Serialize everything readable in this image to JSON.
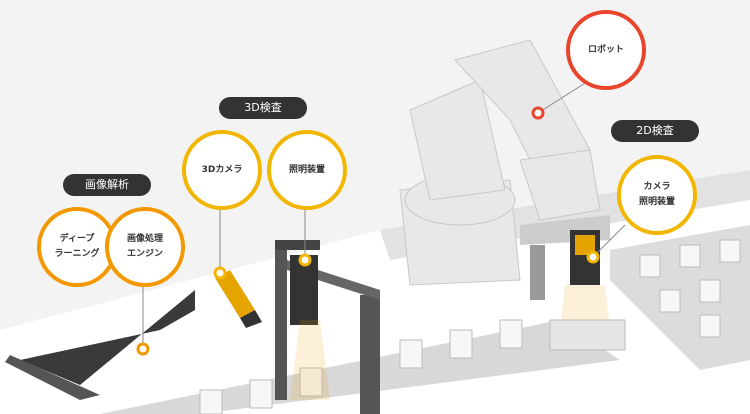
{
  "groups": {
    "image_analysis": "画像解析",
    "inspection_3d": "3D検査",
    "inspection_2d": "2D検査"
  },
  "bubbles": {
    "deep_learning": [
      "ディープ",
      "ラーニング"
    ],
    "image_engine": [
      "画像処理",
      "エンジン"
    ],
    "camera_3d": [
      "3Dカメラ"
    ],
    "lighting": [
      "照明装置"
    ],
    "robot": [
      "ロボット"
    ],
    "camera_lighting_2d": [
      "カメラ",
      "照明装置"
    ]
  },
  "colors": {
    "orange": "#f39800",
    "yellow": "#f2b600",
    "red": "#e8452c",
    "pill": "#333333"
  }
}
